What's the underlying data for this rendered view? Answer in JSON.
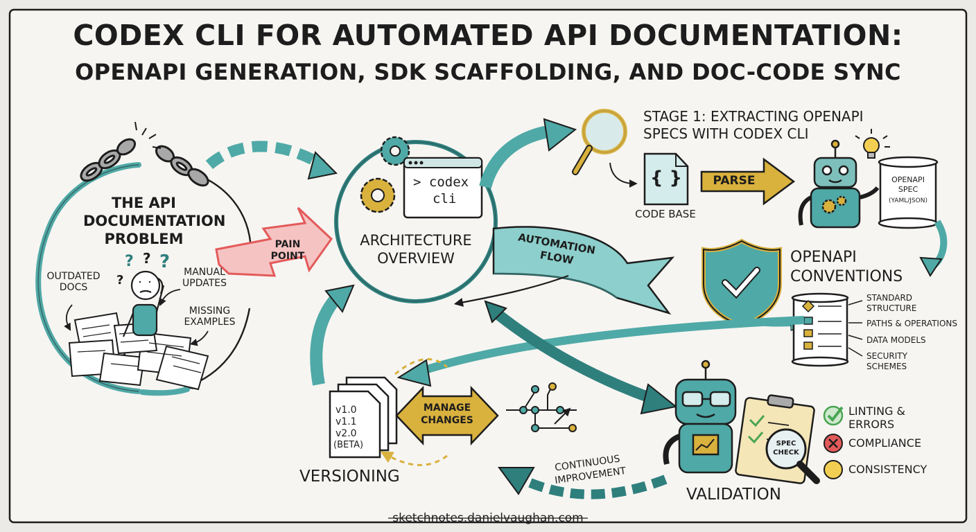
{
  "title": {
    "line1": "CODEX CLI FOR AUTOMATED API DOCUMENTATION:",
    "line2": "OPENAPI GENERATION, SDK SCAFFOLDING, AND DOC-CODE SYNC"
  },
  "problem": {
    "heading_line1": "THE API",
    "heading_line2": "DOCUMENTATION",
    "heading_line3": "PROBLEM",
    "outdated_line1": "OUTDATED",
    "outdated_line2": "DOCS",
    "manual_line1": "MANUAL",
    "manual_line2": "UPDATES",
    "missing_line1": "MISSING",
    "missing_line2": "EXAMPLES"
  },
  "pain_point": {
    "line1": "PAIN",
    "line2": "POINT"
  },
  "architecture": {
    "terminal_line1": "> codex",
    "terminal_line2": "cli",
    "label_line1": "ARCHITECTURE",
    "label_line2": "OVERVIEW"
  },
  "automation_flow": {
    "line1": "AUTOMATION",
    "line2": "FLOW"
  },
  "stage1": {
    "title_line1": "STAGE 1: EXTRACTING OPENAPI",
    "title_line2": "SPECS WITH CODEX CLI",
    "code_base": "CODE BASE",
    "code_glyph": "{ }",
    "parse": "PARSE",
    "spec_line1": "OPENAPI",
    "spec_line2": "SPEC",
    "spec_line3": "(YAML/JSON)"
  },
  "conventions": {
    "title_line1": "OPENAPI",
    "title_line2": "CONVENTIONS",
    "items": [
      "STANDARD STRUCTURE",
      "PATHS & OPERATIONS",
      "DATA MODELS",
      "SECURITY SCHEMES"
    ],
    "item0_line1": "STANDARD",
    "item0_line2": "STRUCTURE",
    "item3_line1": "SECURITY",
    "item3_line2": "SCHEMES"
  },
  "versioning": {
    "label": "VERSIONING",
    "versions": [
      "v1.0",
      "v1.1",
      "v2.0",
      "(BETA)"
    ],
    "manage_line1": "MANAGE",
    "manage_line2": "CHANGES"
  },
  "continuous": {
    "line1": "CONTINUOUS",
    "line2": "IMPROVEMENT"
  },
  "validation": {
    "label": "VALIDATION",
    "spec_check_line1": "SPEC",
    "spec_check_line2": "CHECK",
    "checks": [
      "LINTING & ERRORS",
      "COMPLIANCE",
      "CONSISTENCY"
    ],
    "check0_line1": "LINTING &",
    "check0_line2": "ERRORS"
  },
  "footer": "sketchnotes.danielvaughan.com",
  "colors": {
    "teal": "#4fa9a6",
    "teal_dark": "#2f7f7d",
    "gold": "#d9b13d",
    "red": "#e35a5a",
    "pink": "#f6c3c3",
    "green": "#4aa552",
    "paper": "#eceae6",
    "ink": "#1d1d1d"
  },
  "icons": [
    "broken-chain-icon",
    "gear-icon",
    "terminal-window-icon",
    "magnifier-icon",
    "code-file-icon",
    "robot-icon",
    "lightbulb-icon",
    "scroll-icon",
    "shield-check-icon",
    "checklist-icon",
    "document-stack-icon",
    "git-branch-icon",
    "clipboard-icon",
    "checkmark-icon",
    "x-icon",
    "dot-icon",
    "confused-person-icon"
  ]
}
